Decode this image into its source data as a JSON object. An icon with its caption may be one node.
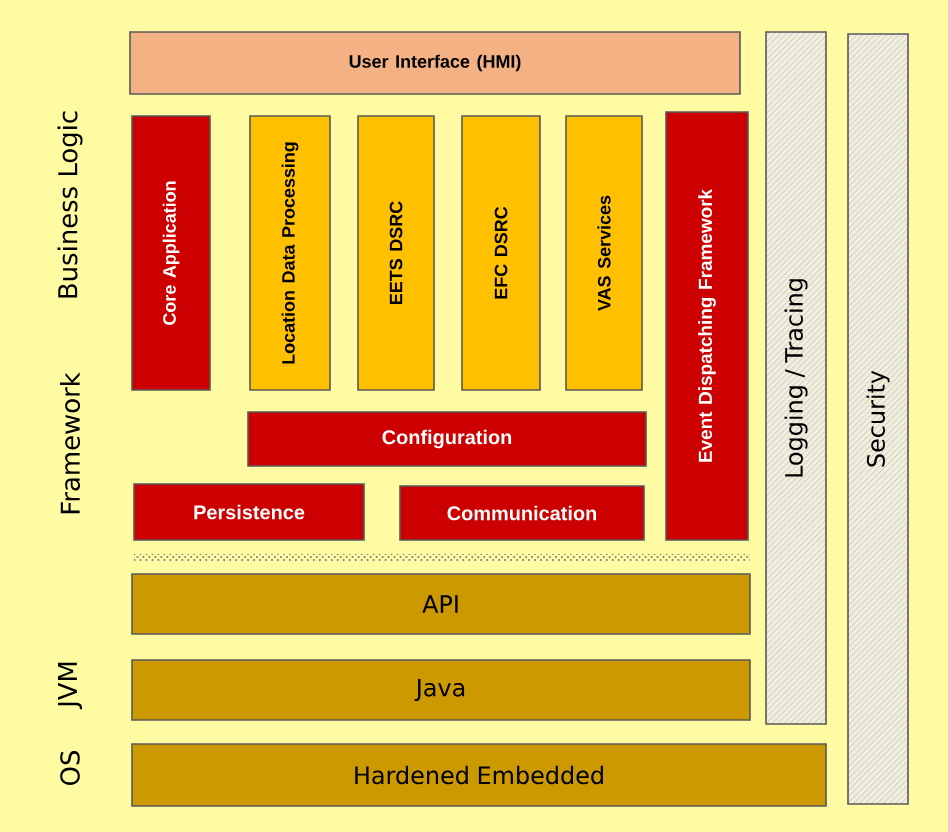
{
  "diagram": {
    "nodes": [
      {
        "text": [
          "User Interface (HMI)"
        ]
      },
      {
        "text": [
          "Core Application"
        ]
      },
      {
        "text": [
          "Location Data Processing"
        ]
      },
      {
        "text": [
          "EETS DSRC"
        ]
      },
      {
        "text": [
          "EFC DSRC"
        ]
      },
      {
        "text": [
          "VAS Services"
        ]
      },
      {
        "text": [
          "Event Dispatching Framework"
        ]
      },
      {
        "text": [
          "Logging / Tracing"
        ]
      },
      {
        "text": [
          "Security"
        ]
      },
      {
        "text": [
          "Configuration"
        ]
      },
      {
        "text": [
          "Persistence"
        ]
      },
      {
        "text": [
          "Communication"
        ]
      },
      {
        "text": [
          "API"
        ]
      },
      {
        "text": [
          "Java"
        ]
      },
      {
        "text": [
          "Hardened Embedded"
        ]
      }
    ],
    "labels": [
      "Business Logic",
      "Framework",
      "JVM",
      "OS"
    ]
  }
}
